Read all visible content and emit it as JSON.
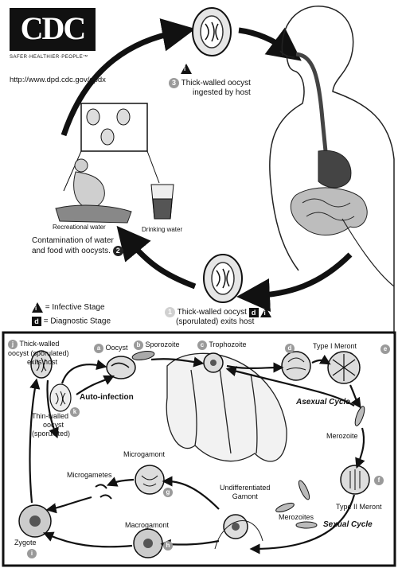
{
  "logo": {
    "text": "CDC",
    "tagline": "SAFER·HEALTHIER·PEOPLE™"
  },
  "url": "http://www.dpd.cdc.gov/dpdx",
  "top": {
    "step1": {
      "num": "1",
      "text_line1": "Thick-walled oocyst",
      "text_line2": "(sporulated) exits host"
    },
    "step2": {
      "num": "2",
      "text_line1": "Contamination of water",
      "text_line2": "and food with oocysts."
    },
    "step3": {
      "num": "3",
      "text_line1": "Thick-walled oocyst",
      "text_line2": "ingested by host"
    },
    "recreational": "Recreational water",
    "drinking": "Drinking water"
  },
  "legend": {
    "infective_letter": "i",
    "infective_label": "= Infective Stage",
    "diagnostic_letter": "d",
    "diagnostic_label": "= Diagnostic Stage"
  },
  "bottom": {
    "a": {
      "letter": "a",
      "label": "Oocyst"
    },
    "b": {
      "letter": "b",
      "label": "Sporozoite"
    },
    "c": {
      "letter": "c",
      "label": "Trophozoite"
    },
    "d": {
      "letter": "d",
      "label": "Type I Meront"
    },
    "e": {
      "letter": "e"
    },
    "merozoite": "Merozoite",
    "f": {
      "letter": "f",
      "label": "Type II Meront"
    },
    "merozoites": "Merozoites",
    "g": {
      "letter": "g",
      "label": "Microgamont"
    },
    "h": {
      "letter": "h",
      "label": "Macrogamont"
    },
    "i": {
      "letter": "i",
      "label": "Zygote"
    },
    "j": {
      "letter": "j",
      "label_line1": "Thick-walled",
      "label_line2": "oocyst (sporulated)",
      "label_line3": "exits host"
    },
    "k": {
      "letter": "k",
      "label_line1": "Thin-walled",
      "label_line2": "oocyst",
      "label_line3": "(sporulated)"
    },
    "microgametes": "Microgametes",
    "undiff_line1": "Undifferentiated",
    "undiff_line2": "Gamont",
    "auto_infection": "Auto-infection",
    "asexual": "Asexual Cycle",
    "sexual": "Sexual Cycle"
  }
}
